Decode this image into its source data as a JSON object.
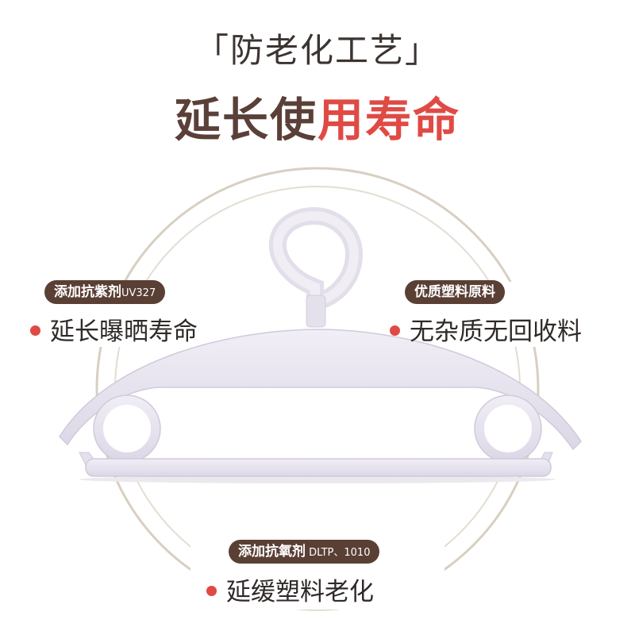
{
  "header": {
    "subtitle": "「防老化工艺」",
    "headline_dark": "延长使",
    "headline_accent": "用寿命"
  },
  "features": [
    {
      "tag_main": "添加抗紫剂",
      "tag_small": "UV327",
      "text": "延长曝晒寿命"
    },
    {
      "tag_main": "优质塑料原料",
      "tag_small": "",
      "text": "无杂质无回收料"
    },
    {
      "tag_main": "添加抗氧剂",
      "tag_small": " DLTP、1010",
      "text": "延缓塑料老化"
    }
  ],
  "colors": {
    "accent": "#e04a45",
    "tag_bg": "#5a3f35",
    "ring": "#d8cfc2",
    "hanger": "#e7e3ef"
  },
  "icons": {
    "bullet": "red-dot-icon",
    "product": "clothes-hanger"
  }
}
